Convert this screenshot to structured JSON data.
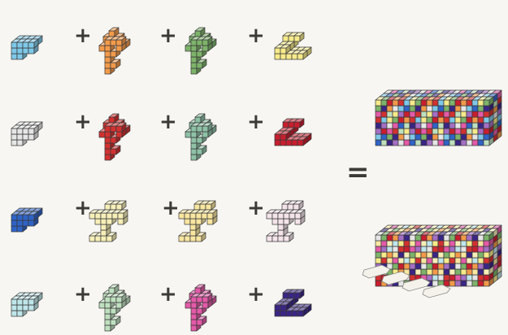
{
  "operators": {
    "plus": "+",
    "equals": "="
  },
  "palette": {
    "sky": "#7ec8e8",
    "orange": "#f39a4a",
    "green": "#7db36a",
    "yellow": "#f7ea8a",
    "white": "#e6e6e6",
    "red": "#d23131",
    "teal": "#8ec1a6",
    "crimson": "#c81e2e",
    "blue": "#2f63c6",
    "cream": "#f7efb8",
    "lavender": "#a46fc4",
    "pale_yellow": "#f9e6a0",
    "pale_pink": "#f4e4ea",
    "aqua": "#bfe6ea",
    "mint": "#bfe0bf",
    "magenta": "#e35aa8",
    "navy": "#3a2585",
    "outline": "#3a3a3a"
  },
  "rows": [
    {
      "pieces": [
        {
          "icon": "l-tromino-cube-piece",
          "color": "sky"
        },
        {
          "icon": "tall-twisted-piece",
          "color": "orange"
        },
        {
          "icon": "tall-twisted-piece",
          "color": "green"
        },
        {
          "icon": "flat-step-piece",
          "color": "yellow"
        }
      ]
    },
    {
      "pieces": [
        {
          "icon": "l-tromino-cube-piece",
          "color": "white"
        },
        {
          "icon": "tall-twisted-piece",
          "color": "red"
        },
        {
          "icon": "tall-twisted-piece",
          "color": "teal"
        },
        {
          "icon": "flat-step-piece",
          "color": "crimson"
        }
      ]
    },
    {
      "pieces": [
        {
          "icon": "l-tromino-cube-piece",
          "color": "blue"
        },
        {
          "icon": "wide-cross-piece",
          "color": "cream"
        },
        {
          "icon": "wide-cross-piece",
          "color": "pale_yellow"
        },
        {
          "icon": "wide-cross-piece",
          "color": "pale_pink"
        }
      ]
    },
    {
      "pieces": [
        {
          "icon": "l-tromino-cube-piece",
          "color": "aqua"
        },
        {
          "icon": "tall-twisted-piece",
          "color": "mint"
        },
        {
          "icon": "tall-twisted-piece",
          "color": "magenta"
        },
        {
          "icon": "flat-step-piece",
          "color": "navy"
        }
      ]
    }
  ],
  "assemblies": [
    {
      "icon": "assembled-block-top",
      "colors": [
        "green",
        "red",
        "lavender",
        "blue",
        "orange",
        "yellow",
        "magenta",
        "navy",
        "sky",
        "crimson",
        "mint",
        "white"
      ]
    },
    {
      "icon": "assembled-block-bottom",
      "colors": [
        "red",
        "cream",
        "orange",
        "white",
        "magenta",
        "yellow",
        "navy",
        "crimson",
        "aqua",
        "pale_yellow",
        "green",
        "lavender"
      ]
    }
  ]
}
